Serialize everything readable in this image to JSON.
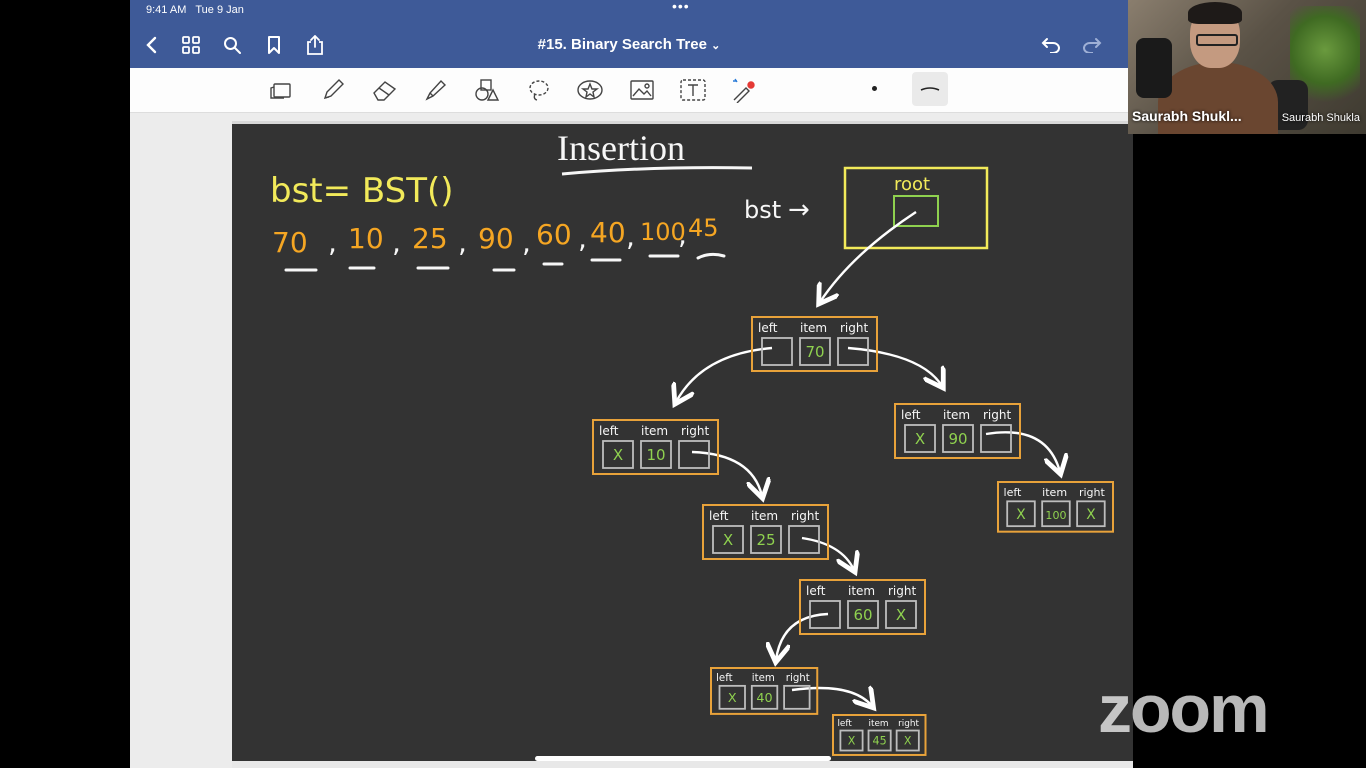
{
  "status_bar": {
    "time": "9:41 AM",
    "date": "Tue 9 Jan",
    "handle": "•••"
  },
  "nav": {
    "title": "#15. Binary Search Tree",
    "title_chevron": "⌄",
    "icons": [
      "back-icon",
      "grid-icon",
      "search-icon",
      "bookmark-icon",
      "share-icon",
      "undo-icon",
      "redo-icon"
    ]
  },
  "toolbar": {
    "tools": [
      "page-icon",
      "pen-icon",
      "eraser-icon",
      "highlighter-icon",
      "shapes-icon",
      "lasso-icon",
      "sticker-icon",
      "image-icon",
      "text-icon",
      "laser-icon"
    ]
  },
  "board": {
    "heading": "Insertion",
    "code": "bst= BST()",
    "seq": [
      "70",
      "10",
      "25",
      "90",
      "60",
      "40",
      "100",
      "45"
    ],
    "seq_seps": [
      ",",
      ",",
      ",",
      ",",
      ",",
      ",",
      ","
    ],
    "bst_label": "bst",
    "bst_arrow": "→",
    "root_label": "root",
    "field_left": "left",
    "field_item": "item",
    "field_right": "right",
    "null_mark": "X",
    "nodes": [
      {
        "id": "70",
        "item": "70",
        "left": "",
        "right": ""
      },
      {
        "id": "10",
        "item": "10",
        "left": "X",
        "right": ""
      },
      {
        "id": "90",
        "item": "90",
        "left": "X",
        "right": ""
      },
      {
        "id": "25",
        "item": "25",
        "left": "X",
        "right": ""
      },
      {
        "id": "100",
        "item": "100",
        "left": "X",
        "right": "X"
      },
      {
        "id": "60",
        "item": "60",
        "left": "",
        "right": "X"
      },
      {
        "id": "40",
        "item": "40",
        "left": "X",
        "right": ""
      },
      {
        "id": "45",
        "item": "45",
        "left": "X",
        "right": "X"
      }
    ],
    "colors": {
      "board": "#333333",
      "chalk": "#f7f7f7",
      "yellow": "#f2ea5a",
      "orange": "#f5a623",
      "green": "#8fd14f",
      "node_border": "#e8a23a"
    }
  },
  "participant": {
    "name": "Saurabh Shukl...",
    "name_full": "Saurabh Shukla"
  },
  "watermark": "zoom"
}
